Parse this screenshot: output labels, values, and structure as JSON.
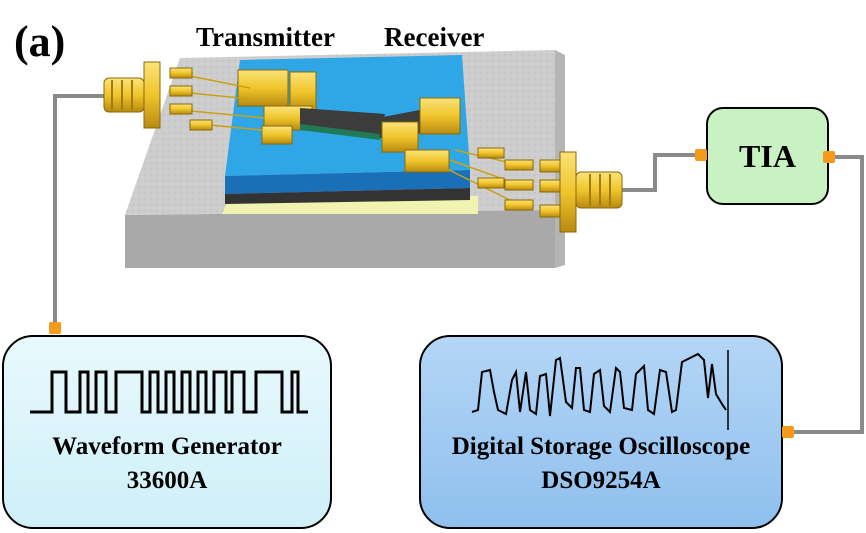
{
  "figure": {
    "panel_label": "(a)",
    "transmitter_label": "Transmitter",
    "receiver_label": "Receiver",
    "tia_label": "TIA",
    "waveform_generator": {
      "name": "Waveform Generator",
      "model": "33600A"
    },
    "oscilloscope": {
      "name": "Digital Storage Oscilloscope",
      "model": "DSO9254A"
    }
  },
  "colors": {
    "substrate": "#cfcfcf",
    "chip_blue": "#2fa6e6",
    "gold": "#f2d03a",
    "cable": "#8a8a8a",
    "connector_orange": "#f59a1b",
    "tia_fill": "#c8f2c2",
    "generator_fill": "#d9f4fb",
    "oscilloscope_fill": "#9ec9f1"
  },
  "icons": [
    "sma-connector-icon",
    "square-wave-icon",
    "noisy-waveform-icon"
  ]
}
